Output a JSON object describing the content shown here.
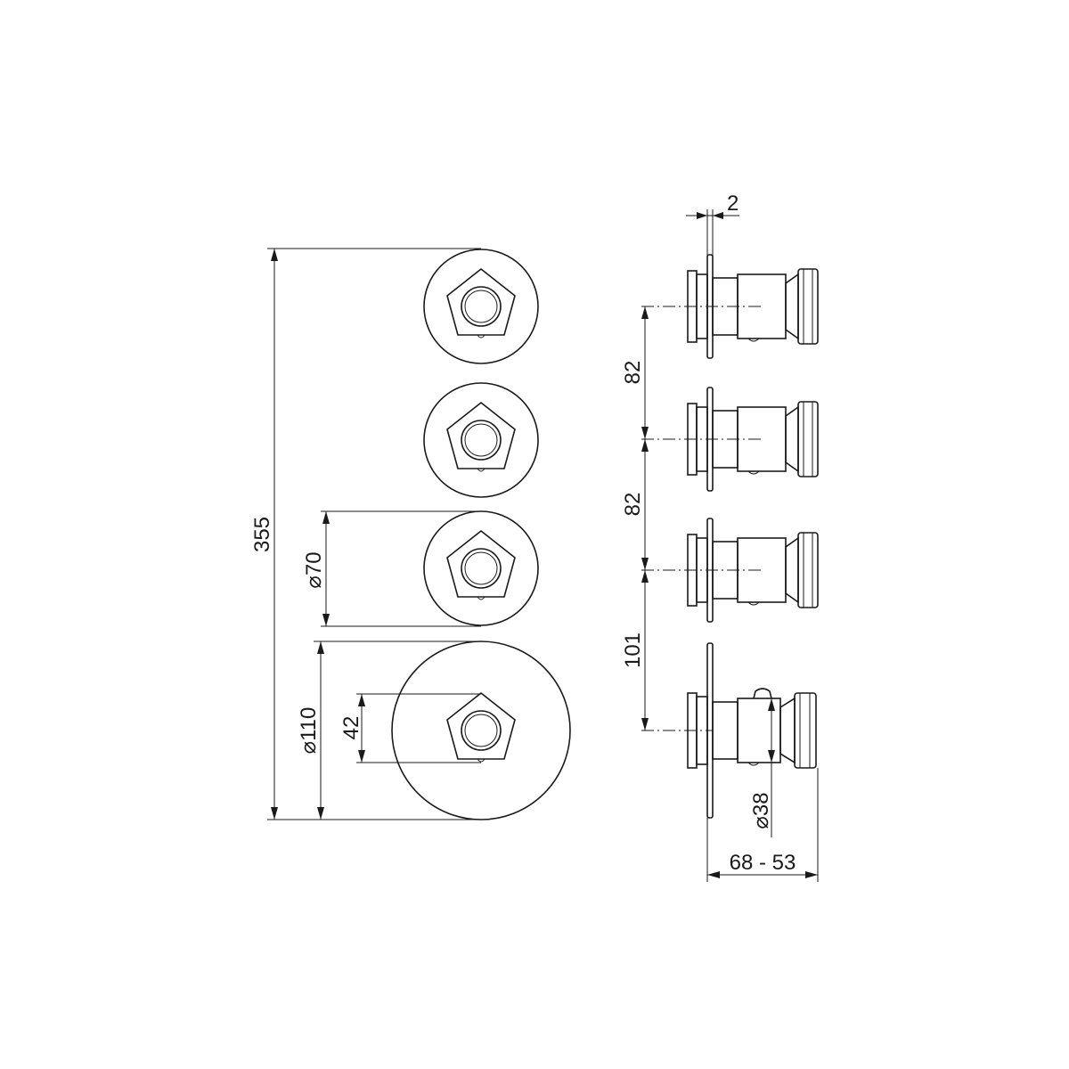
{
  "dimensions": {
    "overall_height": "355",
    "small_plate_diameter": "⌀70",
    "large_plate_diameter": "⌀110",
    "handle_size": "42",
    "plate_thickness": "2",
    "spacing_1": "82",
    "spacing_2": "82",
    "spacing_3": "101",
    "knob_diameter": "⌀38",
    "projection_range": "68 - 53"
  },
  "colors": {
    "line": "#1a1a1a",
    "background": "#ffffff"
  }
}
